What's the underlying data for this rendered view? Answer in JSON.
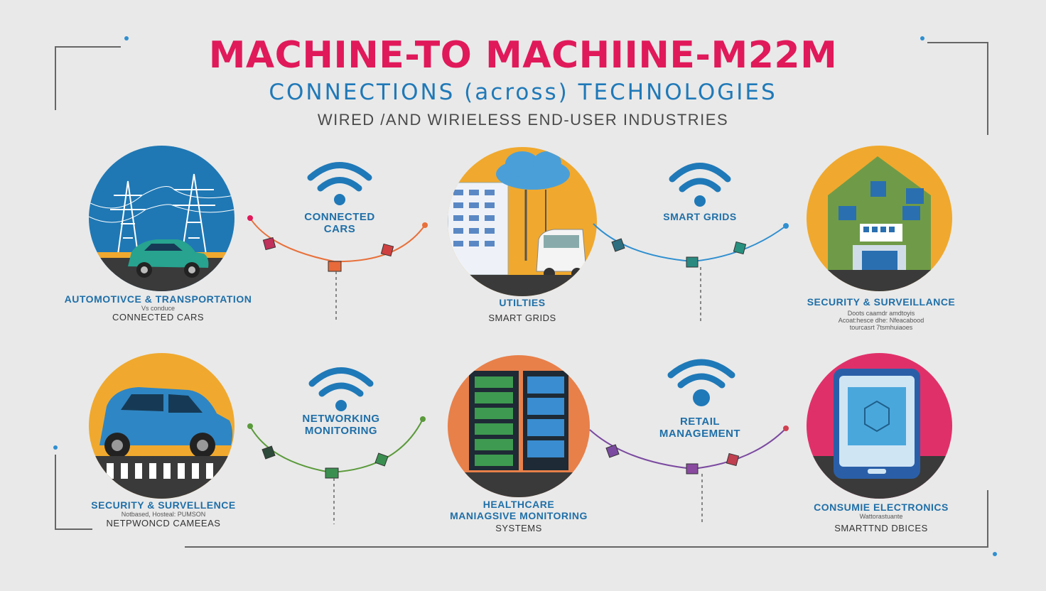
{
  "header": {
    "title": "MACHINE-TO MACHIINE-M22M",
    "subtitle": "CONNECTIONS (across) TECHNOLOGIES",
    "tagline": "WIRED /AND WIRIELESS END-USER INDUSTRIES"
  },
  "panels": [
    {
      "title": "AUTOMOTIVCE & TRANSPORTATION",
      "line1": "Vs conduce",
      "line2": "CONNECTED CARS"
    },
    {
      "title": "UTILTIES",
      "line1": "SMART GRIDS"
    },
    {
      "title": "SECURITY & SURVEILLANCE",
      "line1": "Doots caamdr amdtoyis",
      "line2": "Acoat:hesce dhe: Nfeacabood",
      "line3": "tourcasrt 7tsmhuiaoes"
    },
    {
      "title": "SECURITY & SURVELLENCE",
      "line1": "Notbased, Hosteal: PUMSON",
      "line2": "NETPWONCD CAMEEAS"
    },
    {
      "title": "HEALTHCARE",
      "line1": "MANIAGSIVE MONITORING",
      "line2": "SYSTEMS"
    },
    {
      "title": "CONSUMIE ELECTRONICS",
      "line1": "Wattorastuante",
      "line2": "SMARTTND DBICES"
    }
  ],
  "connectors": [
    {
      "label_line1": "CONNECTED",
      "label_line2": "CARS",
      "color": "#e8703a"
    },
    {
      "label_line1": "SMART GRIDS",
      "label_line2": "",
      "color": "#2f8fd0"
    },
    {
      "label_line1": "NETWORKING",
      "label_line2": "MONITORING",
      "color": "#5a9a3a"
    },
    {
      "label_line1": "RETAIL",
      "label_line2": "MANAGEMENT",
      "color": "#7b4aa0"
    }
  ],
  "colors": {
    "title": "#e0195a",
    "subtitle": "#1f79b8",
    "wifi": "#1f79b8",
    "circle_blue": "#1f78b4",
    "circle_orange": "#f0a92e",
    "circle_coral": "#e8804a",
    "circle_pink": "#e0306a"
  },
  "icons": [
    "wifi-icon",
    "pylon-icon",
    "car-icon",
    "cloud-icon",
    "house-icon",
    "server-rack-icon",
    "tablet-icon"
  ]
}
